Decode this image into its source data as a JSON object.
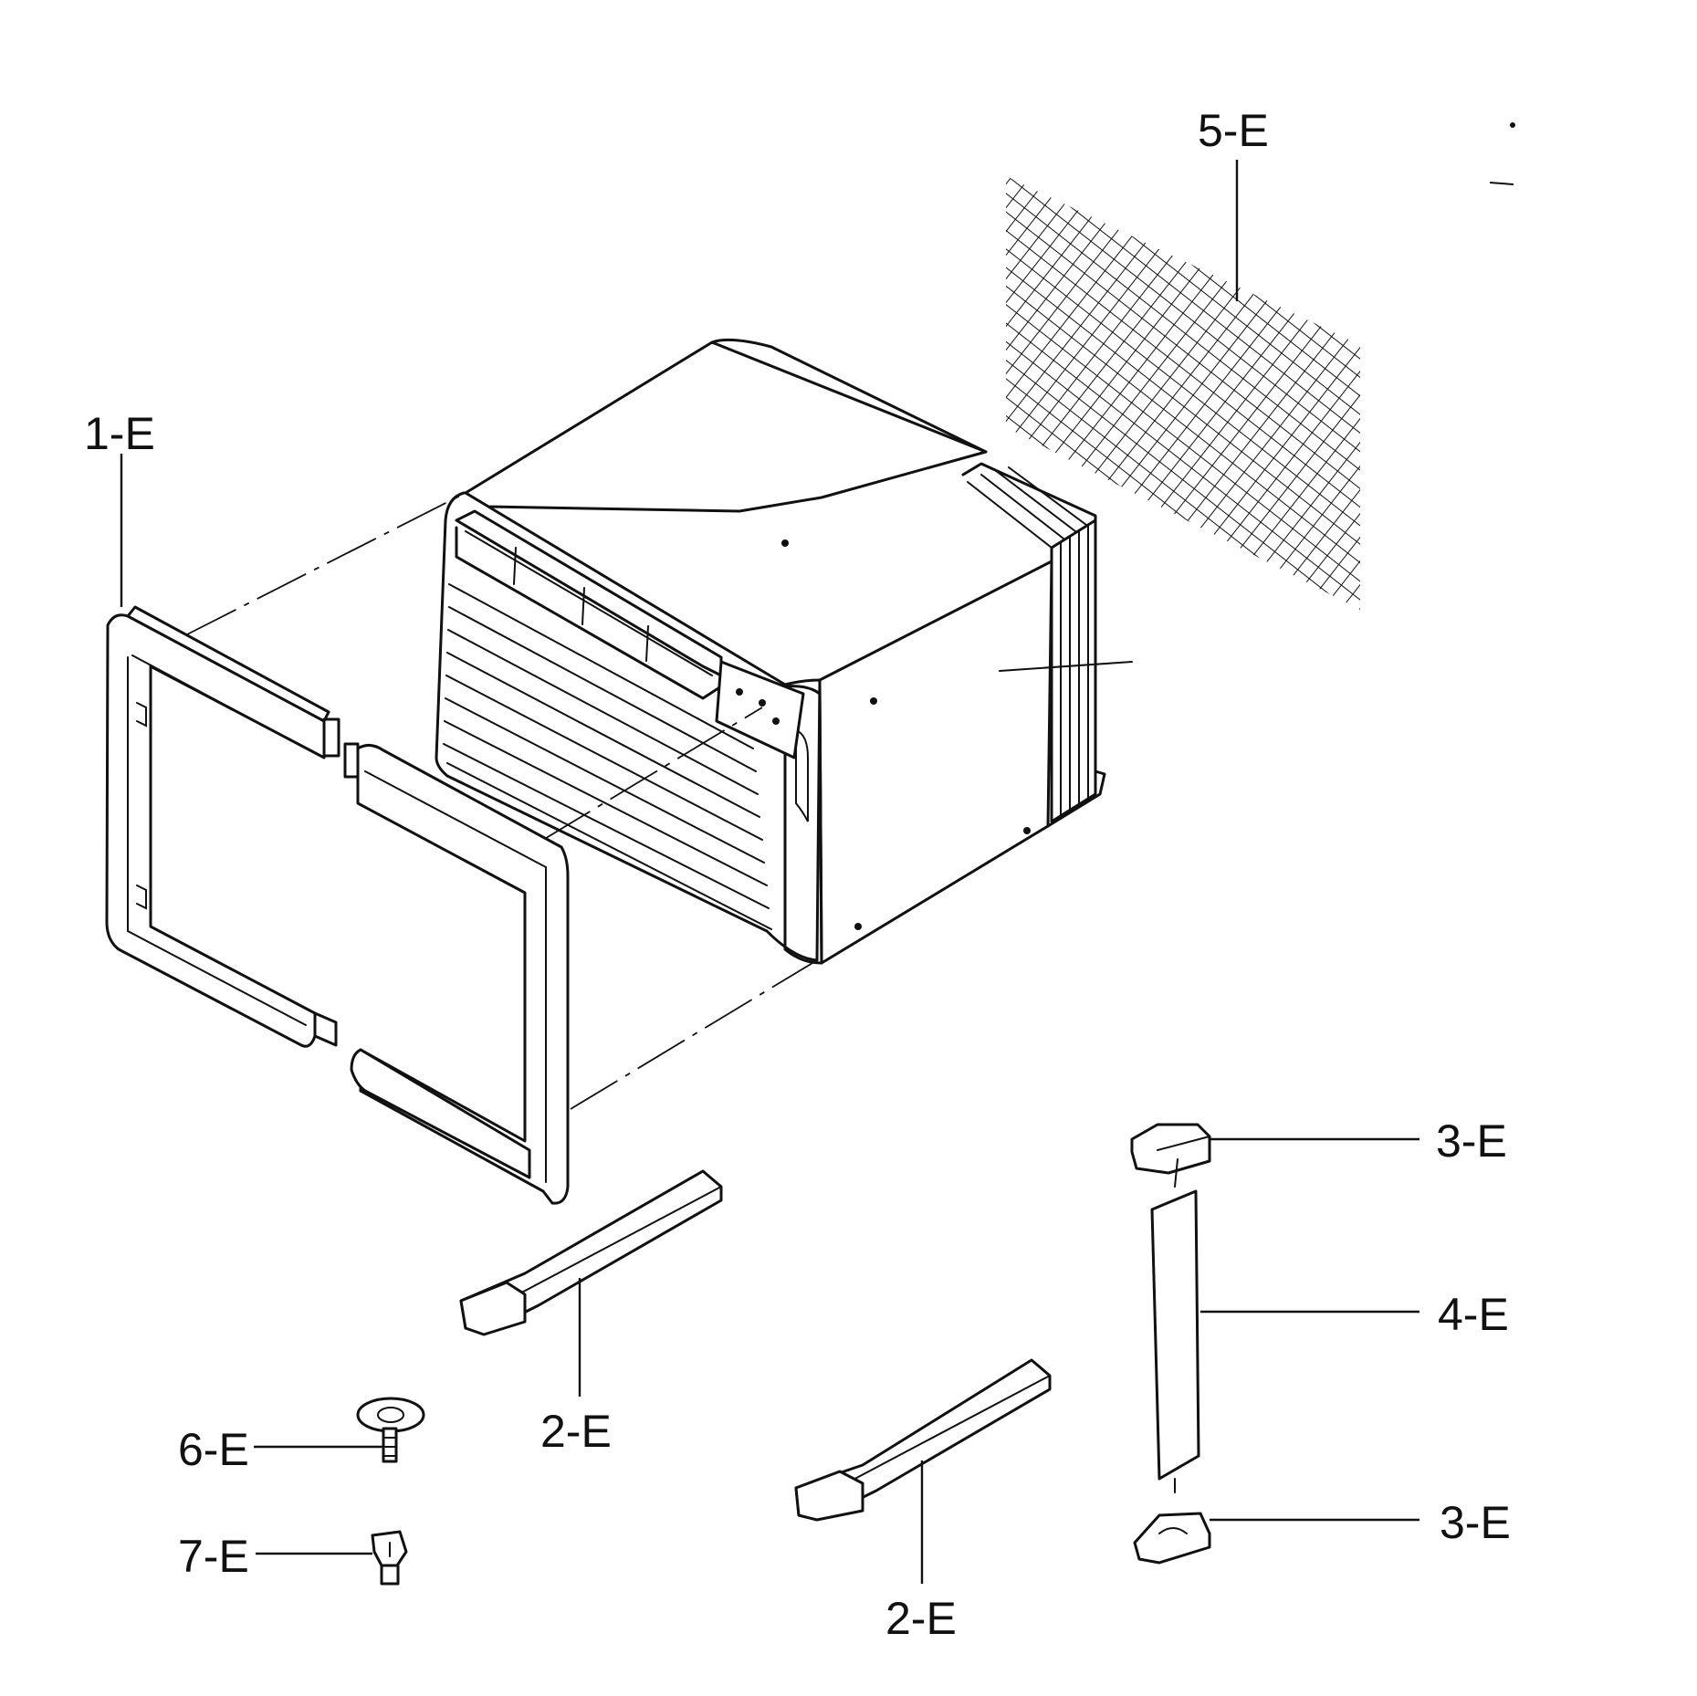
{
  "diagram": {
    "parts": [
      {
        "id": "1-E"
      },
      {
        "id": "2-E"
      },
      {
        "id": "2-E"
      },
      {
        "id": "3-E"
      },
      {
        "id": "3-E"
      },
      {
        "id": "4-E"
      },
      {
        "id": "5-E"
      },
      {
        "id": "6-E"
      },
      {
        "id": "7-E"
      }
    ]
  },
  "colors": {
    "ink": "#111111",
    "paper": "#ffffff"
  }
}
